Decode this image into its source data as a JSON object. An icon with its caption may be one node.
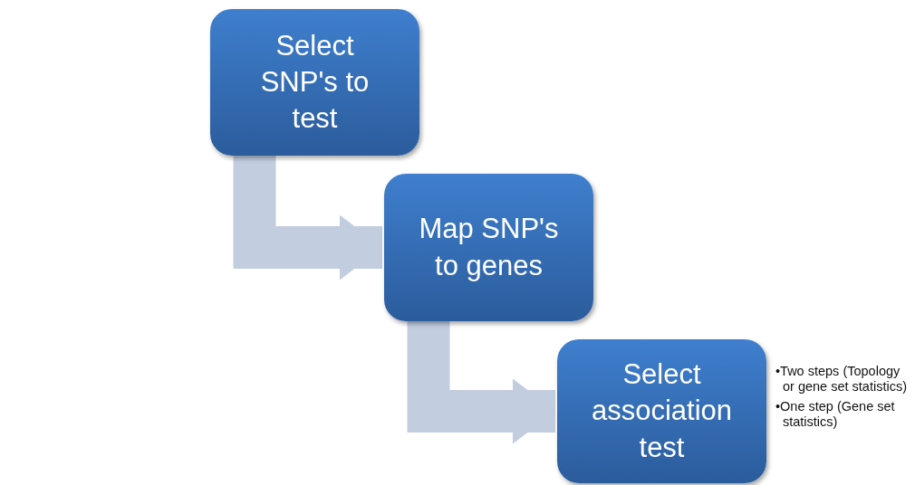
{
  "diagram": {
    "nodes": [
      {
        "text": [
          "Select SNP's to test"
        ]
      },
      {
        "text": [
          "Map SNP's to genes"
        ]
      },
      {
        "text": [
          "Select association test"
        ],
        "beside": [
          "•Two steps (Topology or gene set statistics)",
          "•One step (Gene set statistics)"
        ]
      }
    ],
    "edges": [
      {
        "from": 0,
        "to": 1,
        "arrow": "to"
      },
      {
        "from": 1,
        "to": 2,
        "arrow": "to"
      }
    ]
  }
}
